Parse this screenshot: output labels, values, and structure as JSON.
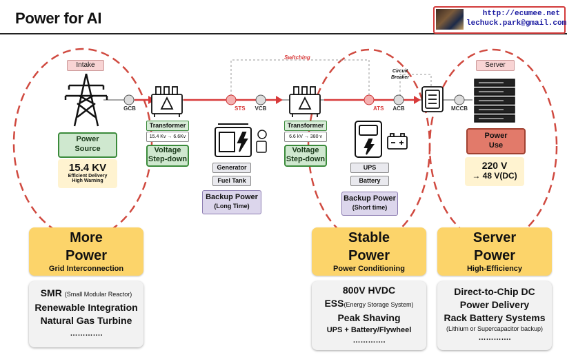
{
  "title": "Power for AI",
  "logo": {
    "url": "http://ecumee.net",
    "email": "lechuck.park@gmail.com"
  },
  "diagram": {
    "intake_tag": "Intake",
    "power_source": "Power\nSource",
    "voltage": "15.4 KV",
    "voltage_notes": [
      "Efficient Delivery",
      "High Warning"
    ],
    "gcb": "GCB",
    "transformer1": {
      "label": "Transformer",
      "ratio": "15.4 Kv → 6.6Kv",
      "stepdown": "Voltage\nStep-down"
    },
    "sts": "STS",
    "vcb": "VCB",
    "switching": "Switching",
    "generator": "Generator",
    "fuel_tank": "Fuel Tank",
    "backup_long": {
      "title": "Backup Power",
      "sub": "(Long Time)"
    },
    "transformer2": {
      "label": "Transformer",
      "ratio": "6.6 kV → 380 v",
      "stepdown": "Voltage\nStep-down"
    },
    "ats": "ATS",
    "acb": "ACB",
    "circuit_breaker": "Circuit\nBreaker",
    "ups": "UPS",
    "battery": "Battery",
    "backup_short": {
      "title": "Backup Power",
      "sub": "(Short time)"
    },
    "mccb": "MCCB",
    "server_tag": "Server",
    "power_use": "Power\nUse",
    "server_voltage_1": "220 V",
    "server_voltage_2": "→ 48 V(DC)"
  },
  "cards": [
    {
      "title": "More\nPower",
      "subtitle": "Grid Interconnection",
      "items": [
        "SMR",
        "(Small Modular Reactor)",
        "Renewable Integration",
        "Natural Gas Turbine",
        "…………."
      ]
    },
    {
      "title": "Stable\nPower",
      "subtitle": "Power Conditioning",
      "items": [
        "800V HVDC",
        "ESS",
        "(Energy Storage System)",
        "Peak Shaving",
        "UPS + Battery/Flywheel",
        "…………."
      ]
    },
    {
      "title": "Server\nPower",
      "subtitle": "High-Efficiency",
      "items": [
        "Direct-to-Chip DC",
        "Power Delivery",
        "Rack Battery Systems",
        "(Lithium or Supercapacitor backup)",
        "…………."
      ]
    }
  ],
  "colors": {
    "accent_red": "#d83a3a",
    "card_yellow": "#fcd46a",
    "green": "#3a8a3a"
  }
}
